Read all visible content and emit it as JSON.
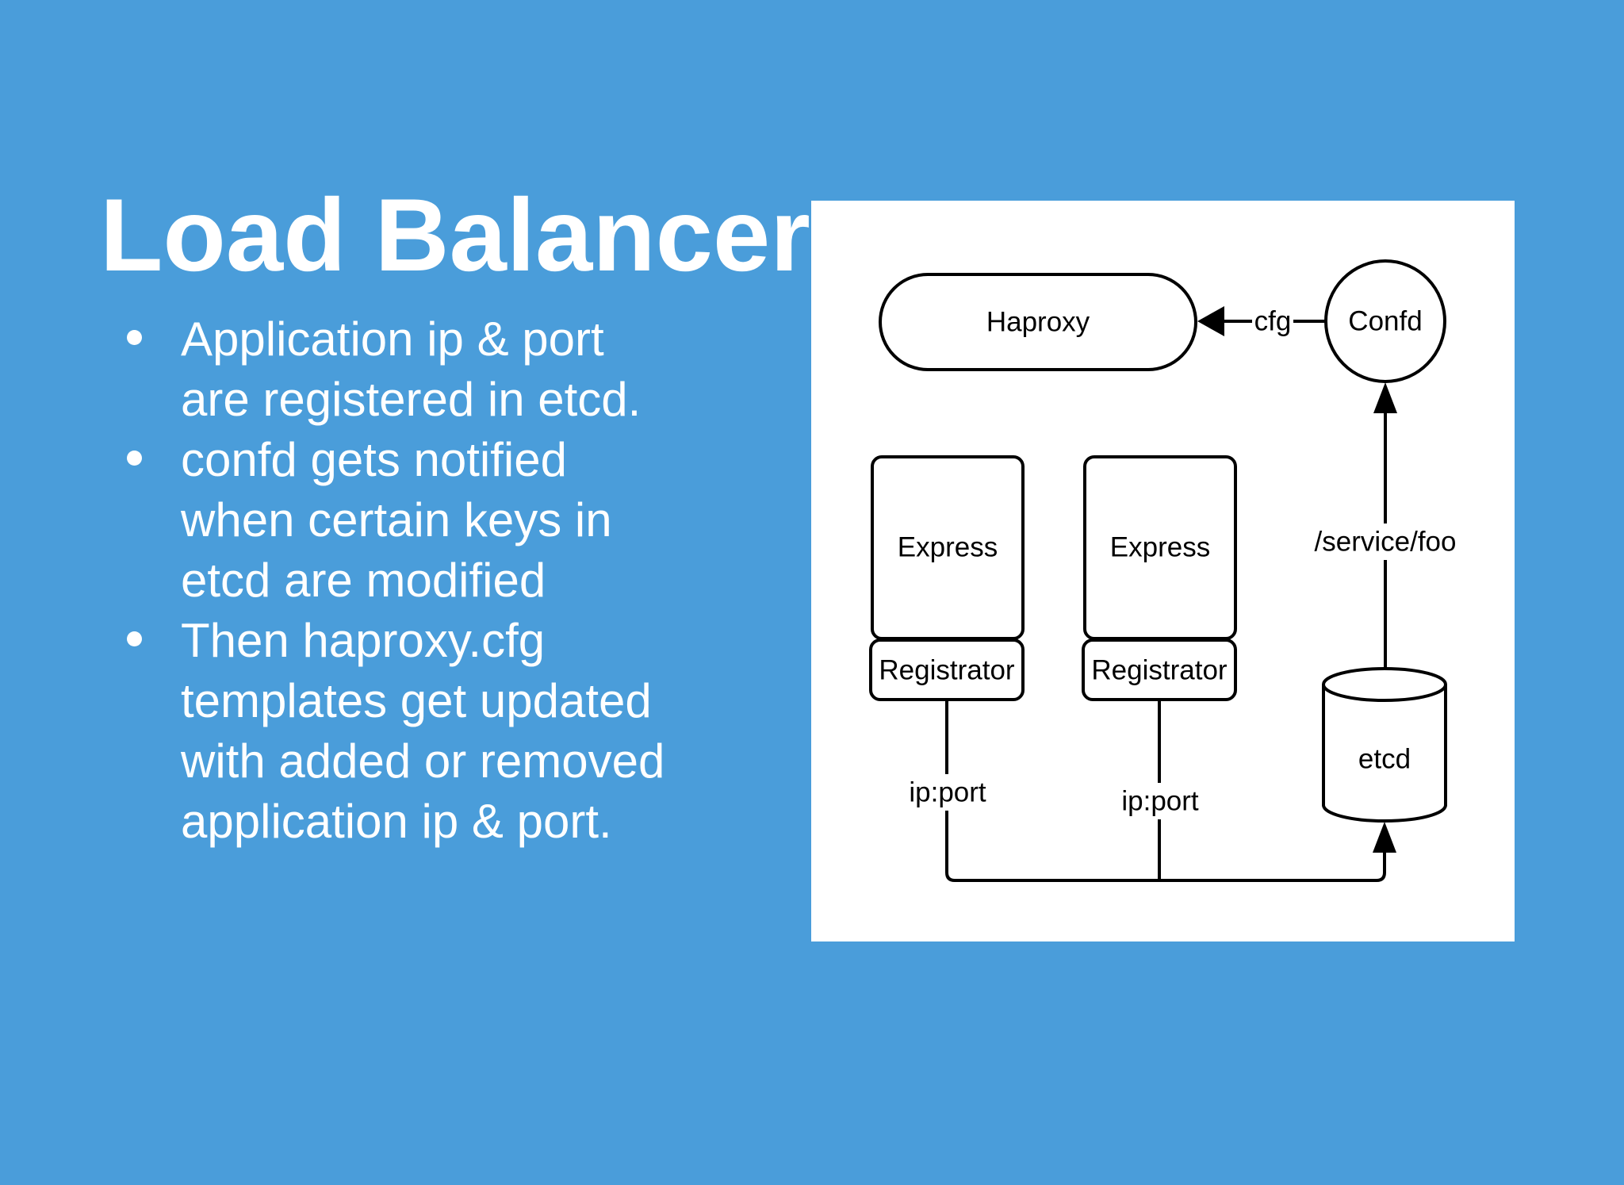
{
  "slide": {
    "title": "Load Balancer",
    "bullets": [
      "Application ip & port\nare registered in etcd.",
      "confd gets notified\nwhen certain keys in\netcd are modified",
      "Then haproxy.cfg\ntemplates get updated\nwith added or removed\napplication ip & port."
    ]
  },
  "diagram": {
    "nodes": {
      "haproxy": "Haproxy",
      "confd": "Confd",
      "express1": "Express",
      "express2": "Express",
      "registrator1": "Registrator",
      "registrator2": "Registrator",
      "etcd": "etcd"
    },
    "labels": {
      "cfg": "cfg",
      "service_path": "/service/foo",
      "ipport1": "ip:port",
      "ipport2": "ip:port"
    }
  },
  "colors": {
    "background": "#4a9dda",
    "panel": "#ffffff",
    "slide_text": "#ffffff",
    "diagram_stroke": "#000000"
  }
}
